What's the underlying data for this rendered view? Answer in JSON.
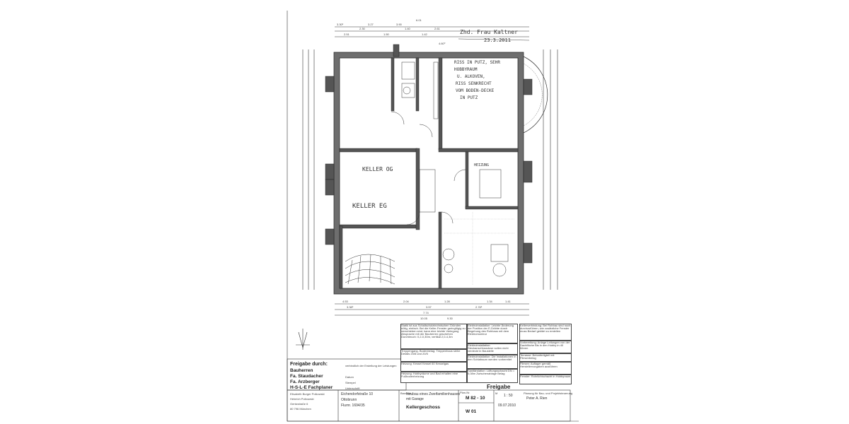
{
  "header": {
    "handwritten_title": "Zhd. Frau Kaltner",
    "handwritten_date": "23.3.2011",
    "top_dims": [
      "3.30²",
      "3.27",
      "1.40",
      "3.90",
      "2.51",
      "1.50",
      "1.42",
      "2.61",
      "2.30",
      "6.01",
      "4.60⁰"
    ]
  },
  "rooms": {
    "keller_og": "KELLER OG",
    "keller_eg": "KELLER EG",
    "heizung": "HEIZUNG"
  },
  "notes": {
    "handwritten_notes": [
      "RISS IN PUTZ, SEHR",
      "HOBBYRAUM",
      "U. ALKOVEN,",
      "RISS SENKRECHT",
      "VOM BODEN-DECKE",
      "IN PUTZ"
    ]
  },
  "bottom_dims": [
    "4.53",
    "3.38⁵",
    "3.57",
    "1.28",
    "2.04",
    "2.78⁵",
    "1.34",
    "7.74",
    "1.41",
    "10.05",
    "9.30"
  ],
  "notes_boxes": [
    "Statik ist aus Schallschutztechnischen Gründen nötig, einfach. Bei die Keller-Fenster geringfügig zu verschieben sind, kann eine leichte Verlegung Absprache mit der Bauherren geschehen Durchbruch: 0,2-0,30m, vertikal 2,0-4,3m",
    "Treppengang, Bodenbelag: Treppenhaus siehe Details 20/8 und 20/5",
    "Heizung: Kessel Kessel 60 Kesselgas",
    "Heizung: Hobbyräume und Bad erhalten eine Fußbodenheizung",
    "Elektroinstallation: Leichte Änderung der Position der E-Drähte durch Begehung des Rohbaus mit dem Elektromonteur",
    "Elektroinstallation: Steckanschlussdose sollen nicht verdeckt in Baustelle",
    "Elektroinstallation: Die Installationen in den Schlafraum werden vorbereitet",
    "Sanitärstation: Lüftungsschacht DN = 0,08m Zwischenablage Belag",
    "Kellerverbindung: Bei Rohbau sind noch durchzuführen, wie zusätzliche Fenster muss Bedarf geklärt zu erstellen",
    "Vorbereitung: Anlage Leitungen von der Dachfläche Bis in den Hobby in 40 führen",
    "Terrasse: Betonfertigteil mit Fliesenbelag",
    "Fliesen: Auflager gemäß Herstellervorgaben ausführen",
    "Fenster: Rohrlichtschacht in Hobbyraum"
  ],
  "approval": {
    "title": "Freigabe durch:",
    "roles": [
      "Bauherren",
      "Fa. Staudacher",
      "Fa. Arzberger",
      "H-S-L-E Fachplaner"
    ],
    "role_note": "verbindlich der Erstellung der Leistungen",
    "fields": [
      "Datum",
      "Stempel",
      "Unterschrift"
    ]
  },
  "title_block": {
    "freigabe": "Freigabe",
    "owner": [
      "Elisabeth Burger Polkowski",
      "Heinrich Polkowski",
      "Gentzstraße 6",
      "80 796 München"
    ],
    "location": [
      "Eichendorfstraße 10",
      "Ottobrunn",
      "Flurnr. 1694/35"
    ],
    "project_label": "Bauvorh.",
    "project": [
      "Neubau eines Zweifamilienhauses",
      "mit Garage"
    ],
    "drawing_title": "Kellergeschoss",
    "plan_no_label": "Plan-Nr.",
    "plan_no": "M 82 - 10",
    "scale_label": "M",
    "scale": "1 : 50",
    "date": "09.07.2010",
    "index": "W 01",
    "architect_label": "Planung für Bau- und Projektsteuerung",
    "architect": "Peter A. Rien"
  }
}
